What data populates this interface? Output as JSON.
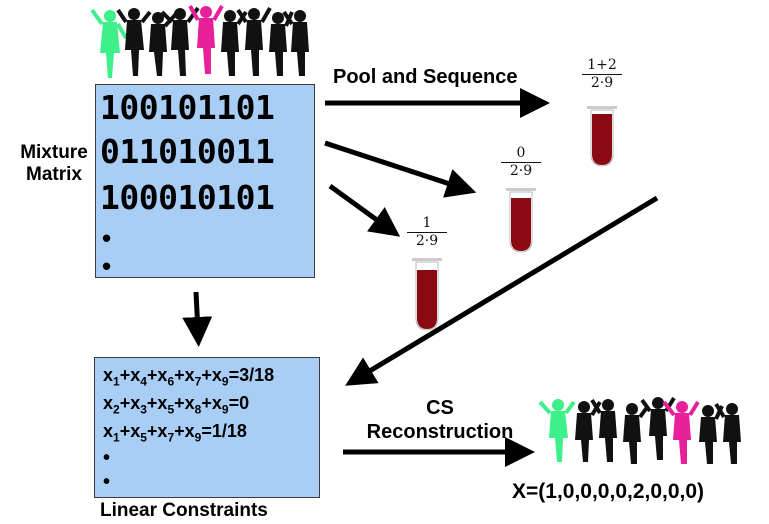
{
  "matrix": {
    "label_line1": "Mixture",
    "label_line2": "Matrix",
    "rows": [
      "100101101",
      "011010011",
      "100010101"
    ],
    "ellipsis": [
      "•",
      "•"
    ]
  },
  "pool_label": "Pool and Sequence",
  "tubes": [
    {
      "num": "1+2",
      "den": "2·9"
    },
    {
      "num": "0",
      "den": "2·9"
    },
    {
      "num": "1",
      "den": "2·9"
    }
  ],
  "constraints": {
    "equations": [
      [
        [
          "x",
          "1"
        ],
        [
          "+x",
          "4"
        ],
        [
          "+x",
          "6"
        ],
        [
          "+x",
          "7"
        ],
        [
          "+x",
          "9"
        ],
        [
          "=3/18",
          ""
        ]
      ],
      [
        [
          "x",
          "2"
        ],
        [
          "+x",
          "3"
        ],
        [
          "+x",
          "5"
        ],
        [
          "+x",
          "8"
        ],
        [
          "+x",
          "9"
        ],
        [
          "=0",
          ""
        ]
      ],
      [
        [
          "x",
          "1"
        ],
        [
          "+x",
          "5"
        ],
        [
          "+x",
          "7"
        ],
        [
          "+x",
          "9"
        ],
        [
          "=1/18",
          ""
        ]
      ]
    ],
    "ellipsis": [
      "•",
      "•"
    ],
    "caption": "Linear Constraints"
  },
  "cs_label": {
    "line1": "CS",
    "line2": "Reconstruction"
  },
  "result": "X=(1,0,0,0,0,2,0,0,0)",
  "colors": {
    "box_fill": "#a9cef6",
    "green_person": "#3df08a",
    "pink_person": "#e8209a",
    "blood": "#8a0a14"
  }
}
